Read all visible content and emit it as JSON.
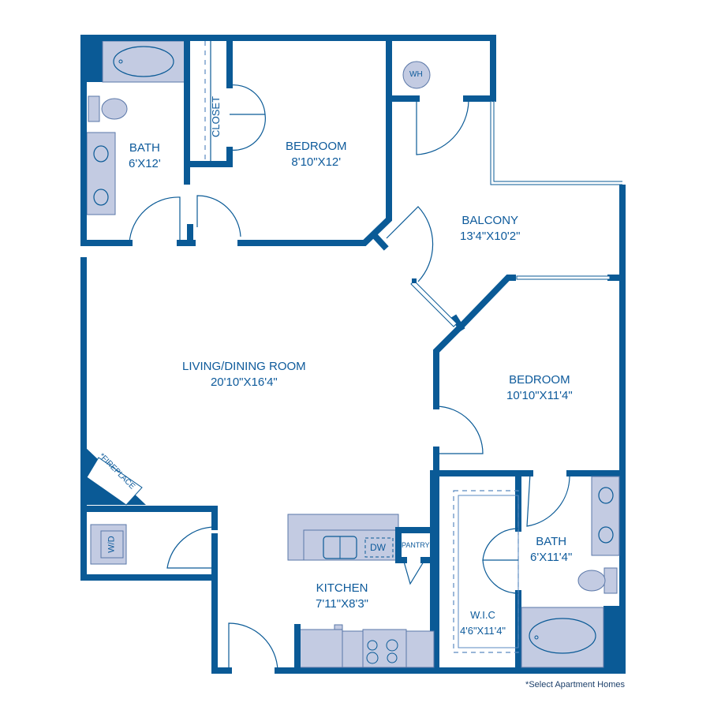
{
  "rooms": {
    "bath1": {
      "name": "BATH",
      "size": "6'X12'"
    },
    "closet": {
      "name": "CLOSET"
    },
    "bedroom1": {
      "name": "BEDROOM",
      "size": "8'10\"X12'"
    },
    "water_heater": {
      "name": "WH"
    },
    "balcony": {
      "name": "BALCONY",
      "size": "13'4\"X10'2\""
    },
    "living": {
      "name": "LIVING/DINING ROOM",
      "size": "20'10\"X16'4\""
    },
    "bedroom2": {
      "name": "BEDROOM",
      "size": "10'10\"X11'4\""
    },
    "fireplace": {
      "name": "*FIREPLACE"
    },
    "laundry": {
      "name": "W/D"
    },
    "kitchen": {
      "name": "KITCHEN",
      "size": "7'11\"X8'3\""
    },
    "dishwasher": {
      "name": "DW"
    },
    "pantry": {
      "name": "PANTRY"
    },
    "bath2": {
      "name": "BATH",
      "size": "6'X11'4\""
    },
    "wic": {
      "name": "W.I.C",
      "size": "4'6\"X11'4\""
    }
  },
  "footnote": "*Select Apartment Homes",
  "colors": {
    "wall": "#0a5a96",
    "fixture": "#c3cbe2",
    "text": "#0d5a9b"
  }
}
